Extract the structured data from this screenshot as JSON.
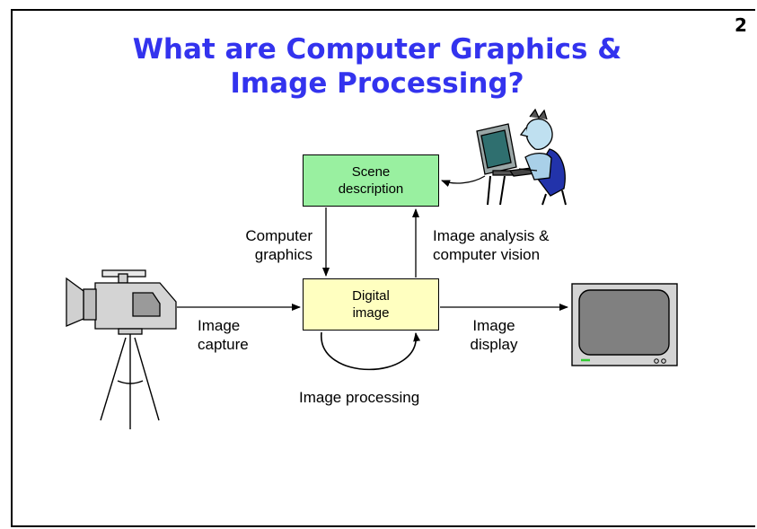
{
  "slide": {
    "number": "2",
    "title_line1": "What are Computer Graphics &",
    "title_line2": "Image Processing?"
  },
  "nodes": {
    "scene_line1": "Scene",
    "scene_line2": "description",
    "digital_line1": "Digital",
    "digital_line2": "image"
  },
  "edges": {
    "computer_graphics_line1": "Computer",
    "computer_graphics_line2": "graphics",
    "image_analysis_line1": "Image analysis &",
    "image_analysis_line2": "computer vision",
    "image_capture_line1": "Image",
    "image_capture_line2": "capture",
    "image_display_line1": "Image",
    "image_display_line2": "display",
    "image_processing": "Image processing"
  },
  "colors": {
    "title": "#3333ee",
    "scene_box": "#99f0a0",
    "digital_box": "#ffffc0"
  },
  "icons": [
    "video-camera-icon",
    "tripod-icon",
    "person-at-computer-icon",
    "monitor-icon"
  ]
}
